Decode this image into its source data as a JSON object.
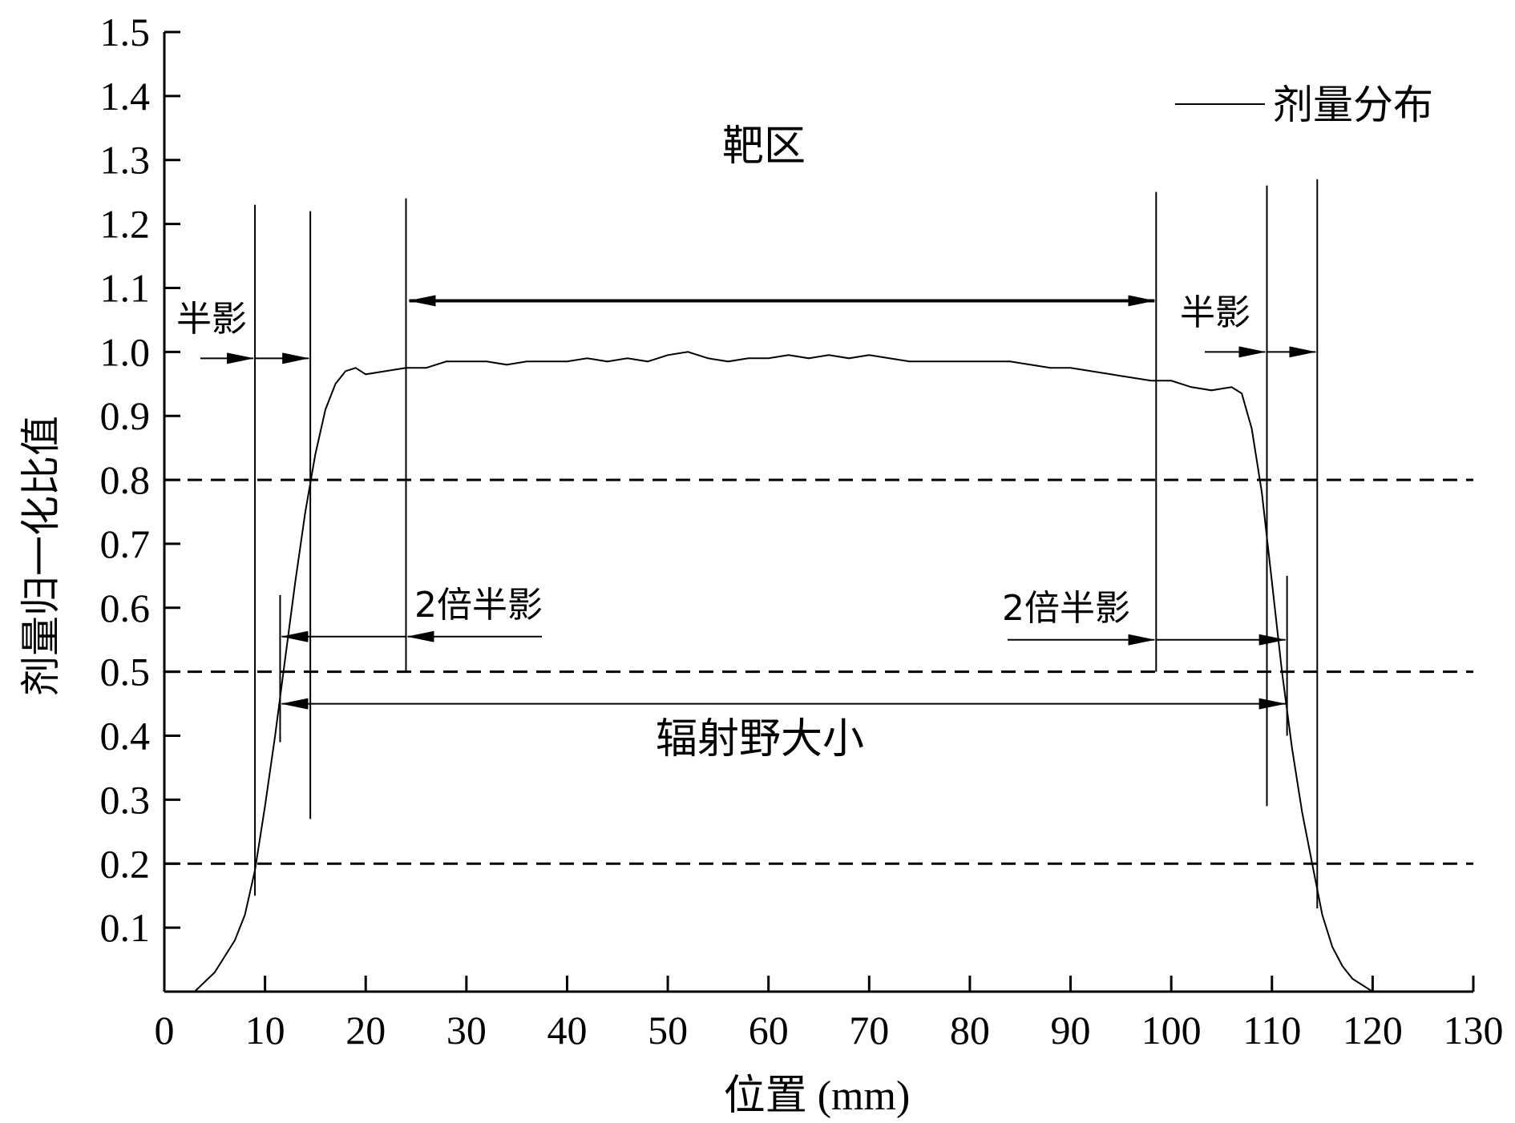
{
  "chart_data": {
    "type": "line",
    "title": "",
    "xlabel": "位置 (mm)",
    "ylabel": "剂量归一化比值",
    "xlim": [
      0,
      130
    ],
    "ylim": [
      0,
      1.5
    ],
    "x_ticks": [
      0,
      10,
      20,
      30,
      40,
      50,
      60,
      70,
      80,
      90,
      100,
      110,
      120,
      130
    ],
    "x_tick_labels": [
      "0",
      "10",
      "20",
      "30",
      "40",
      "50",
      "60",
      "70",
      "80",
      "90",
      "100",
      "110",
      "120",
      "130"
    ],
    "y_ticks": [
      0.1,
      0.2,
      0.3,
      0.4,
      0.5,
      0.6,
      0.7,
      0.8,
      0.9,
      1.0,
      1.1,
      1.2,
      1.3,
      1.4,
      1.5
    ],
    "y_tick_labels": [
      "0.1",
      "0.2",
      "0.3",
      "0.4",
      "0.5",
      "0.6",
      "0.7",
      "0.8",
      "0.9",
      "1.0",
      "1.1",
      "1.2",
      "1.3",
      "1.4",
      "1.5"
    ],
    "grid": false,
    "legend": {
      "position": "top-right",
      "entries": [
        "剂量分布"
      ]
    },
    "series": [
      {
        "name": "剂量分布",
        "x": [
          3,
          5,
          7,
          8,
          9,
          10,
          11,
          12,
          13,
          14,
          15,
          16,
          17,
          18,
          19,
          20,
          22,
          24,
          26,
          28,
          30,
          32,
          34,
          36,
          38,
          40,
          42,
          44,
          46,
          48,
          50,
          52,
          54,
          56,
          58,
          60,
          62,
          64,
          66,
          68,
          70,
          72,
          74,
          76,
          78,
          80,
          82,
          84,
          86,
          88,
          90,
          92,
          94,
          96,
          98,
          100,
          102,
          104,
          106,
          107,
          108,
          109,
          110,
          111,
          112,
          113,
          114,
          115,
          116,
          117,
          118,
          120
        ],
        "y": [
          0.0,
          0.03,
          0.08,
          0.12,
          0.19,
          0.29,
          0.4,
          0.52,
          0.64,
          0.75,
          0.84,
          0.91,
          0.95,
          0.97,
          0.975,
          0.965,
          0.97,
          0.975,
          0.975,
          0.985,
          0.985,
          0.985,
          0.98,
          0.985,
          0.985,
          0.985,
          0.99,
          0.985,
          0.99,
          0.985,
          0.995,
          1.0,
          0.99,
          0.985,
          0.99,
          0.99,
          0.995,
          0.99,
          0.995,
          0.99,
          0.995,
          0.99,
          0.985,
          0.985,
          0.985,
          0.985,
          0.985,
          0.985,
          0.98,
          0.975,
          0.975,
          0.97,
          0.965,
          0.96,
          0.955,
          0.955,
          0.945,
          0.94,
          0.945,
          0.935,
          0.88,
          0.78,
          0.64,
          0.5,
          0.38,
          0.28,
          0.2,
          0.12,
          0.07,
          0.04,
          0.02,
          0.0
        ]
      }
    ],
    "reference_lines": [
      0.8,
      0.5,
      0.2
    ],
    "annotations": {
      "target_zone": {
        "label": "靶区",
        "from": 24,
        "to": 98.5,
        "y": 1.08
      },
      "penumbra_left": {
        "label": "半影",
        "from": 9,
        "to": 14.5,
        "y": 0.99
      },
      "penumbra_right": {
        "label": "半影",
        "from": 109.5,
        "to": 114.5,
        "y": 1.0
      },
      "double_penumbra_left": {
        "label": "2倍半影",
        "from": 11.5,
        "to": 24,
        "y": 0.555
      },
      "double_penumbra_right": {
        "label": "2倍半影",
        "from": 98.5,
        "to": 111.5,
        "y": 0.55
      },
      "field_size": {
        "label": "辐射野大小",
        "from": 11.5,
        "to": 111.5,
        "y": 0.45
      }
    }
  }
}
